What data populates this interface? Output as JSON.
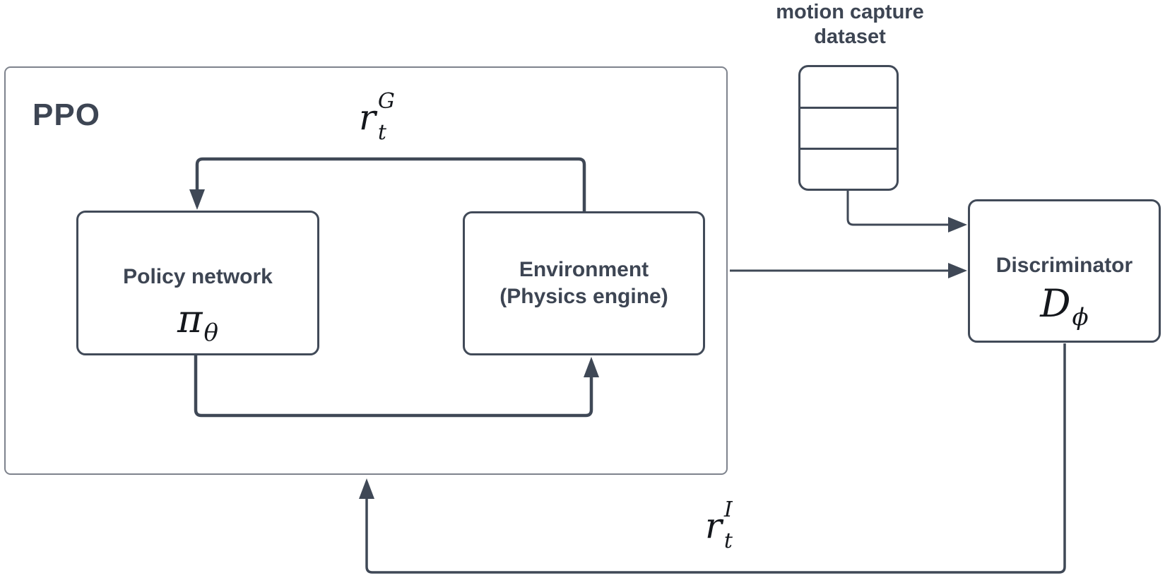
{
  "diagram": {
    "ppo_label": "PPO",
    "policy": {
      "title": "Policy network",
      "symbol_base": "π",
      "symbol_sub": "θ"
    },
    "environment": {
      "title_line1": "Environment",
      "title_line2": "(Physics engine)"
    },
    "mocap": {
      "label_line1": "motion capture",
      "label_line2": "dataset"
    },
    "discriminator": {
      "title": "Discriminator",
      "symbol_base": "D",
      "symbol_sub": "ϕ"
    },
    "reward_g": {
      "base": "r",
      "sup": "G",
      "sub": "t"
    },
    "reward_i": {
      "base": "r",
      "sup": "I",
      "sub": "t"
    },
    "edges": [
      {
        "from": "environment",
        "to": "policy-network",
        "label": "r_t^G"
      },
      {
        "from": "policy-network",
        "to": "environment",
        "label": ""
      },
      {
        "from": "ppo",
        "to": "discriminator",
        "label": ""
      },
      {
        "from": "motion-capture-dataset",
        "to": "discriminator",
        "label": ""
      },
      {
        "from": "discriminator",
        "to": "ppo",
        "label": "r_t^I"
      }
    ],
    "colors": {
      "node_border": "#414a58",
      "outer_border": "#7e838d",
      "arrow": "#3f4856",
      "label_text": "#3d4553",
      "math_text": "#14171c",
      "background": "#ffffff"
    }
  }
}
